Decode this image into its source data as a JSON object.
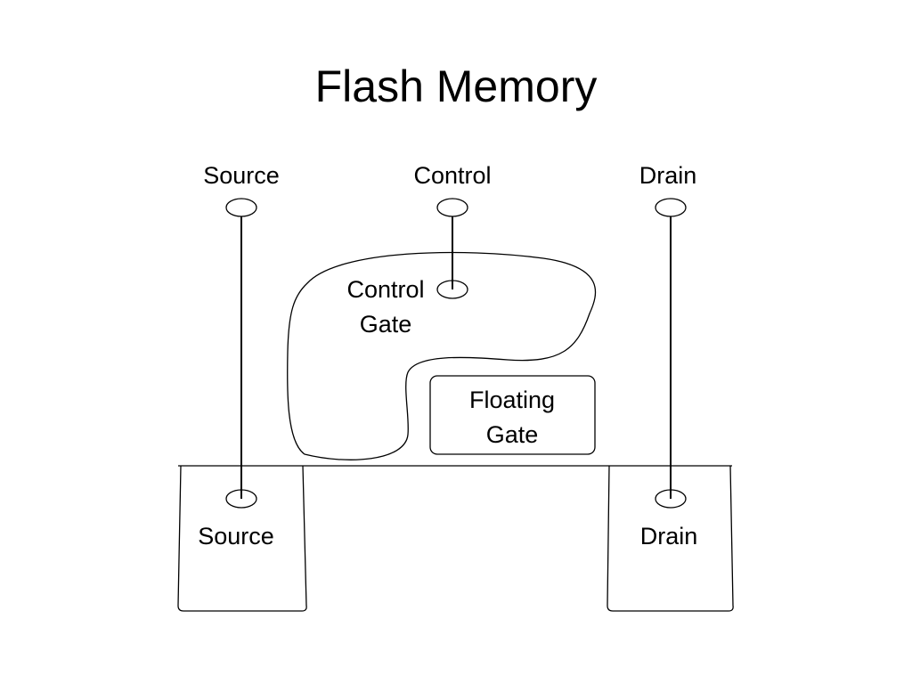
{
  "title": "Flash Memory",
  "terminals": {
    "source": "Source",
    "control": "Control",
    "drain": "Drain"
  },
  "control_gate": {
    "line1": "Control",
    "line2": "Gate"
  },
  "floating_gate": {
    "line1": "Floating",
    "line2": "Gate"
  },
  "regions": {
    "source": "Source",
    "drain": "Drain"
  }
}
